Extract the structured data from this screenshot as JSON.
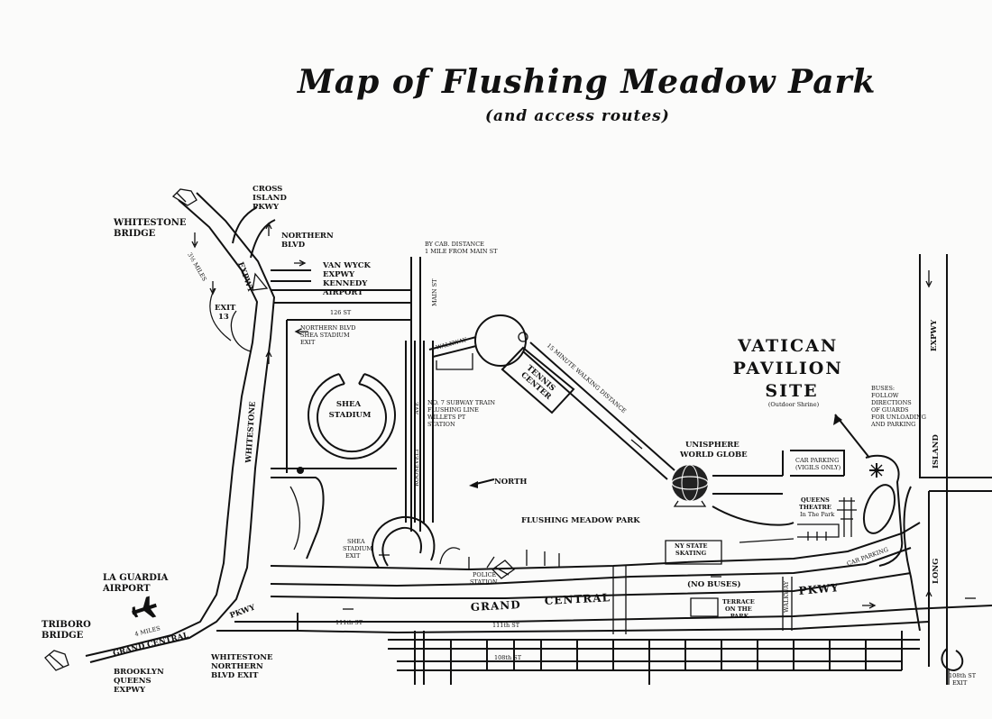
{
  "title": "Map of Flushing Meadow Park",
  "subtitle": "(and access routes)",
  "labels": {
    "whitestone_bridge": [
      "WHITESTONE",
      "BRIDGE"
    ],
    "cross_island": [
      "CROSS",
      "ISLAND",
      "PKWY"
    ],
    "northern_blvd": [
      "NORTHERN",
      "BLVD"
    ],
    "van_wyck": [
      "VAN WYCK",
      "EXPWY",
      "KENNEDY",
      "AIRPORT"
    ],
    "miles_3_5": "3½ MILES",
    "exit_13": [
      "EXIT",
      "13"
    ],
    "expwy_left": "EXPWY",
    "whitestone_vertical": "WHITESTONE",
    "st_126": "126 ST",
    "northern_shea_exit": [
      "NORTHERN BLVD",
      "SHEA STADIUM",
      "EXIT"
    ],
    "shea_stadium": [
      "SHEA",
      "STADIUM"
    ],
    "by_cab": [
      "BY CAB. DISTANCE",
      "1 MILE FROM MAIN ST"
    ],
    "main_st": "MAIN ST",
    "walkway_top": "WALKWAY",
    "tennis_center": [
      "TENNIS",
      "CENTER"
    ],
    "walking_distance": "15 MINUTE WALKING DISTANCE",
    "subway": [
      "NO. 7 SUBWAY TRAIN",
      "FLUSHING LINE",
      "WILLETS PT",
      "STATION"
    ],
    "roosevelt": "ROOSEVELT",
    "ave": "AVE",
    "north": "NORTH",
    "vatican": [
      "VATICAN",
      "PAVILION",
      "SITE"
    ],
    "outdoor_shrine": "(Outdoor Shrine)",
    "buses": [
      "BUSES:",
      "FOLLOW",
      "DIRECTIONS",
      "OF GUARDS",
      "FOR UNLOADING",
      "AND PARKING"
    ],
    "expwy_right": "EXPWY",
    "island": "ISLAND",
    "long": "LONG",
    "unisphere": [
      "UNISPHERE",
      "WORLD GLOBE"
    ],
    "car_parking_vigils": [
      "CAR PARKING",
      "(VIGILS ONLY)"
    ],
    "queens_theatre": [
      "QUEENS",
      "THEATRE",
      "In The Park"
    ],
    "flushing_meadow_park": "FLUSHING MEADOW PARK",
    "shea_exit": [
      "SHEA",
      "STADIUM",
      "EXIT"
    ],
    "ny_state_skating": [
      "NY STATE",
      "SKATING"
    ],
    "police_station": [
      "POLICE",
      "STATION"
    ],
    "no_buses": "(NO BUSES)",
    "car_parking": "CAR PARKING",
    "grand": "GRAND",
    "central": "CENTRAL",
    "pkwy_right": "PKWY",
    "pkwy_left": "PKWY",
    "terrace": [
      "TERRACE",
      "ON THE",
      "PARK"
    ],
    "walkway_right": "WALKWAY",
    "la_guardia": [
      "LA GUARDIA",
      "AIRPORT"
    ],
    "miles_4": "4 MILES",
    "st_111_a": "111th ST",
    "st_111_b": "111th ST",
    "triboro": [
      "TRIBORO",
      "BRIDGE"
    ],
    "grand_central_left": "GRAND CENTRAL",
    "whitestone_northern_exit": [
      "WHITESTONE",
      "NORTHERN",
      "BLVD EXIT"
    ],
    "st_108": "108th ST",
    "brooklyn_queens": [
      "BROOKLYN",
      "QUEENS",
      "EXPWY"
    ],
    "st_108_exit": [
      "108th ST",
      "EXIT"
    ]
  }
}
